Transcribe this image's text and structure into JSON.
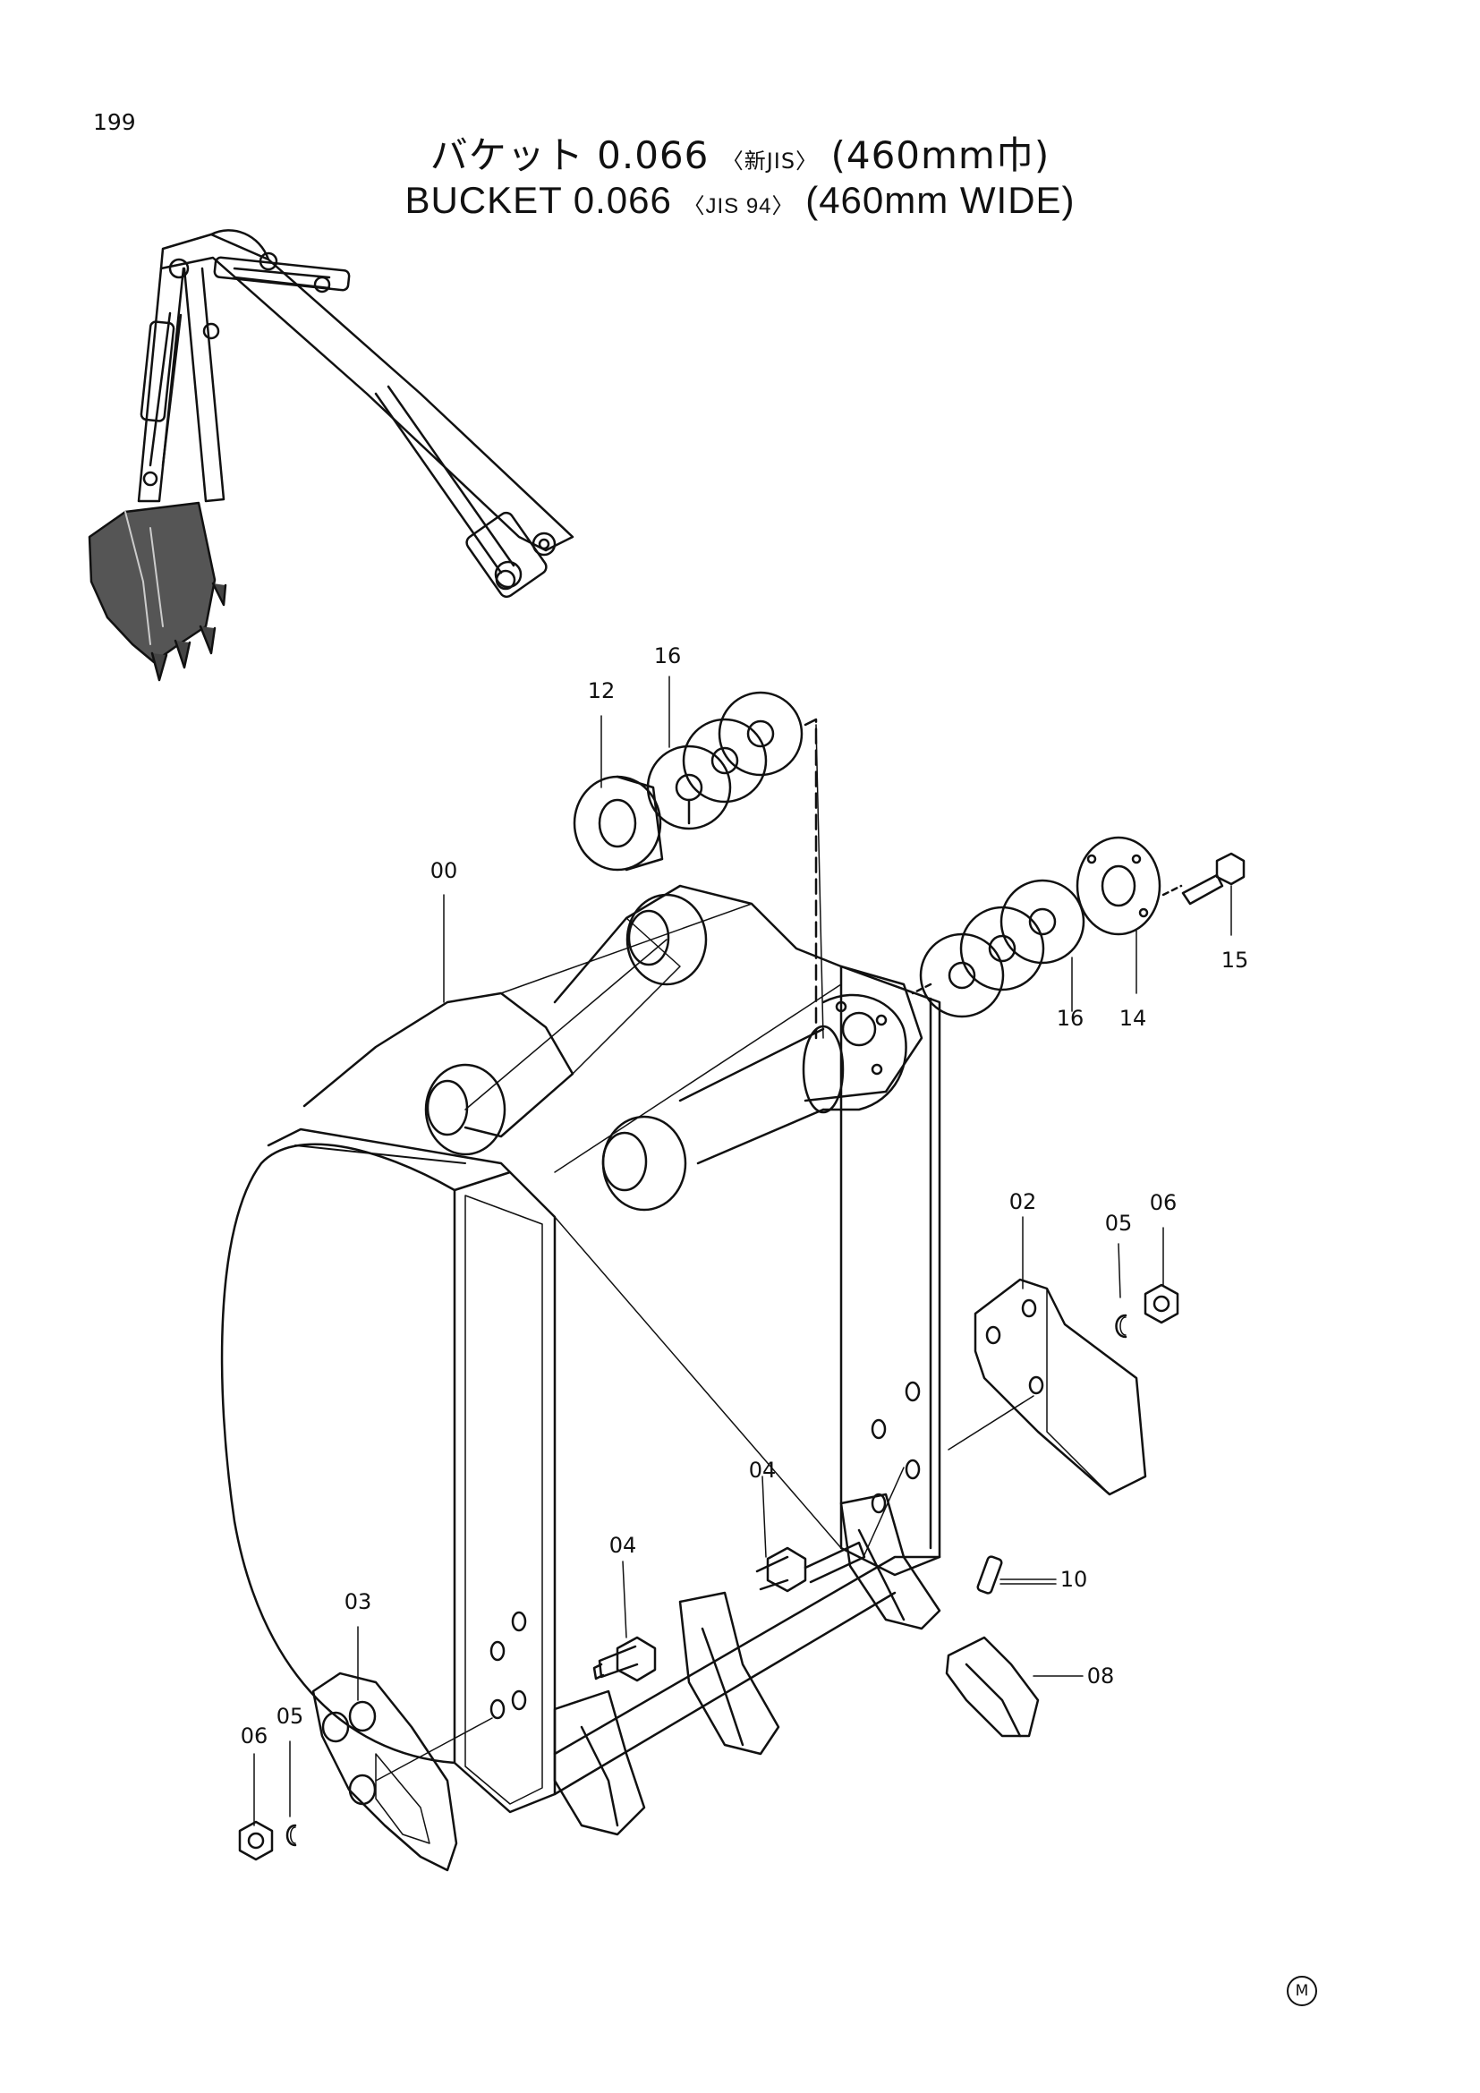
{
  "page_number": "199",
  "title_jp": {
    "main": "バケット 0.066",
    "std": "〈新JIS〉",
    "width": "(460mm巾)"
  },
  "title_en": {
    "main": "BUCKET 0.066",
    "std": "〈JIS 94〉",
    "width": "(460mm WIDE)"
  },
  "callouts": {
    "c00": "00",
    "c02": "02",
    "c03": "03",
    "c04a": "04",
    "c04b": "04",
    "c05a": "05",
    "c05b": "05",
    "c06a": "06",
    "c06b": "06",
    "c08": "08",
    "c10": "10",
    "c12": "12",
    "c14": "14",
    "c15": "15",
    "c16a": "16",
    "c16b": "16"
  },
  "corner_mark": "M"
}
